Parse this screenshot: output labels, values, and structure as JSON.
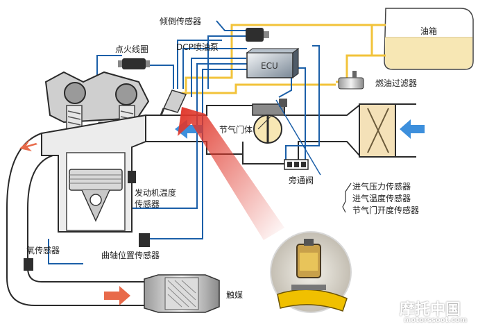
{
  "labels": {
    "tilt_sensor": "倾倒传感器",
    "fuel_tank": "油箱",
    "ignition_coil": "点火线圈",
    "dcp_pump": "DCP喷油泵",
    "ecu": "ECU",
    "fuel_filter": "燃油过滤器",
    "throttle_body": "节气门体",
    "bypass_valve": "旁通阀",
    "engine_temp_sensor": [
      "发动机温度",
      "传感器"
    ],
    "intake_sensors": [
      "进气压力传感器",
      "进气温度传感器",
      "节气门开度传感器"
    ],
    "oxygen_sensor": "氧传感器",
    "crank_sensor": "曲轴位置传感器",
    "catalyst": "触媒"
  },
  "watermark": {
    "name": "摩托中国",
    "url": "motorssoot.com"
  },
  "colors": {
    "wire": "#1b5fa8",
    "fuel_line": "#f2c33a",
    "intake_arrow": "#3d8fdc",
    "highlight_arrow": "#e0372b",
    "exhaust_arrow": "#e86a4a",
    "pipe_outline": "#2a2a2a",
    "fuel": "#f7e7b4"
  }
}
